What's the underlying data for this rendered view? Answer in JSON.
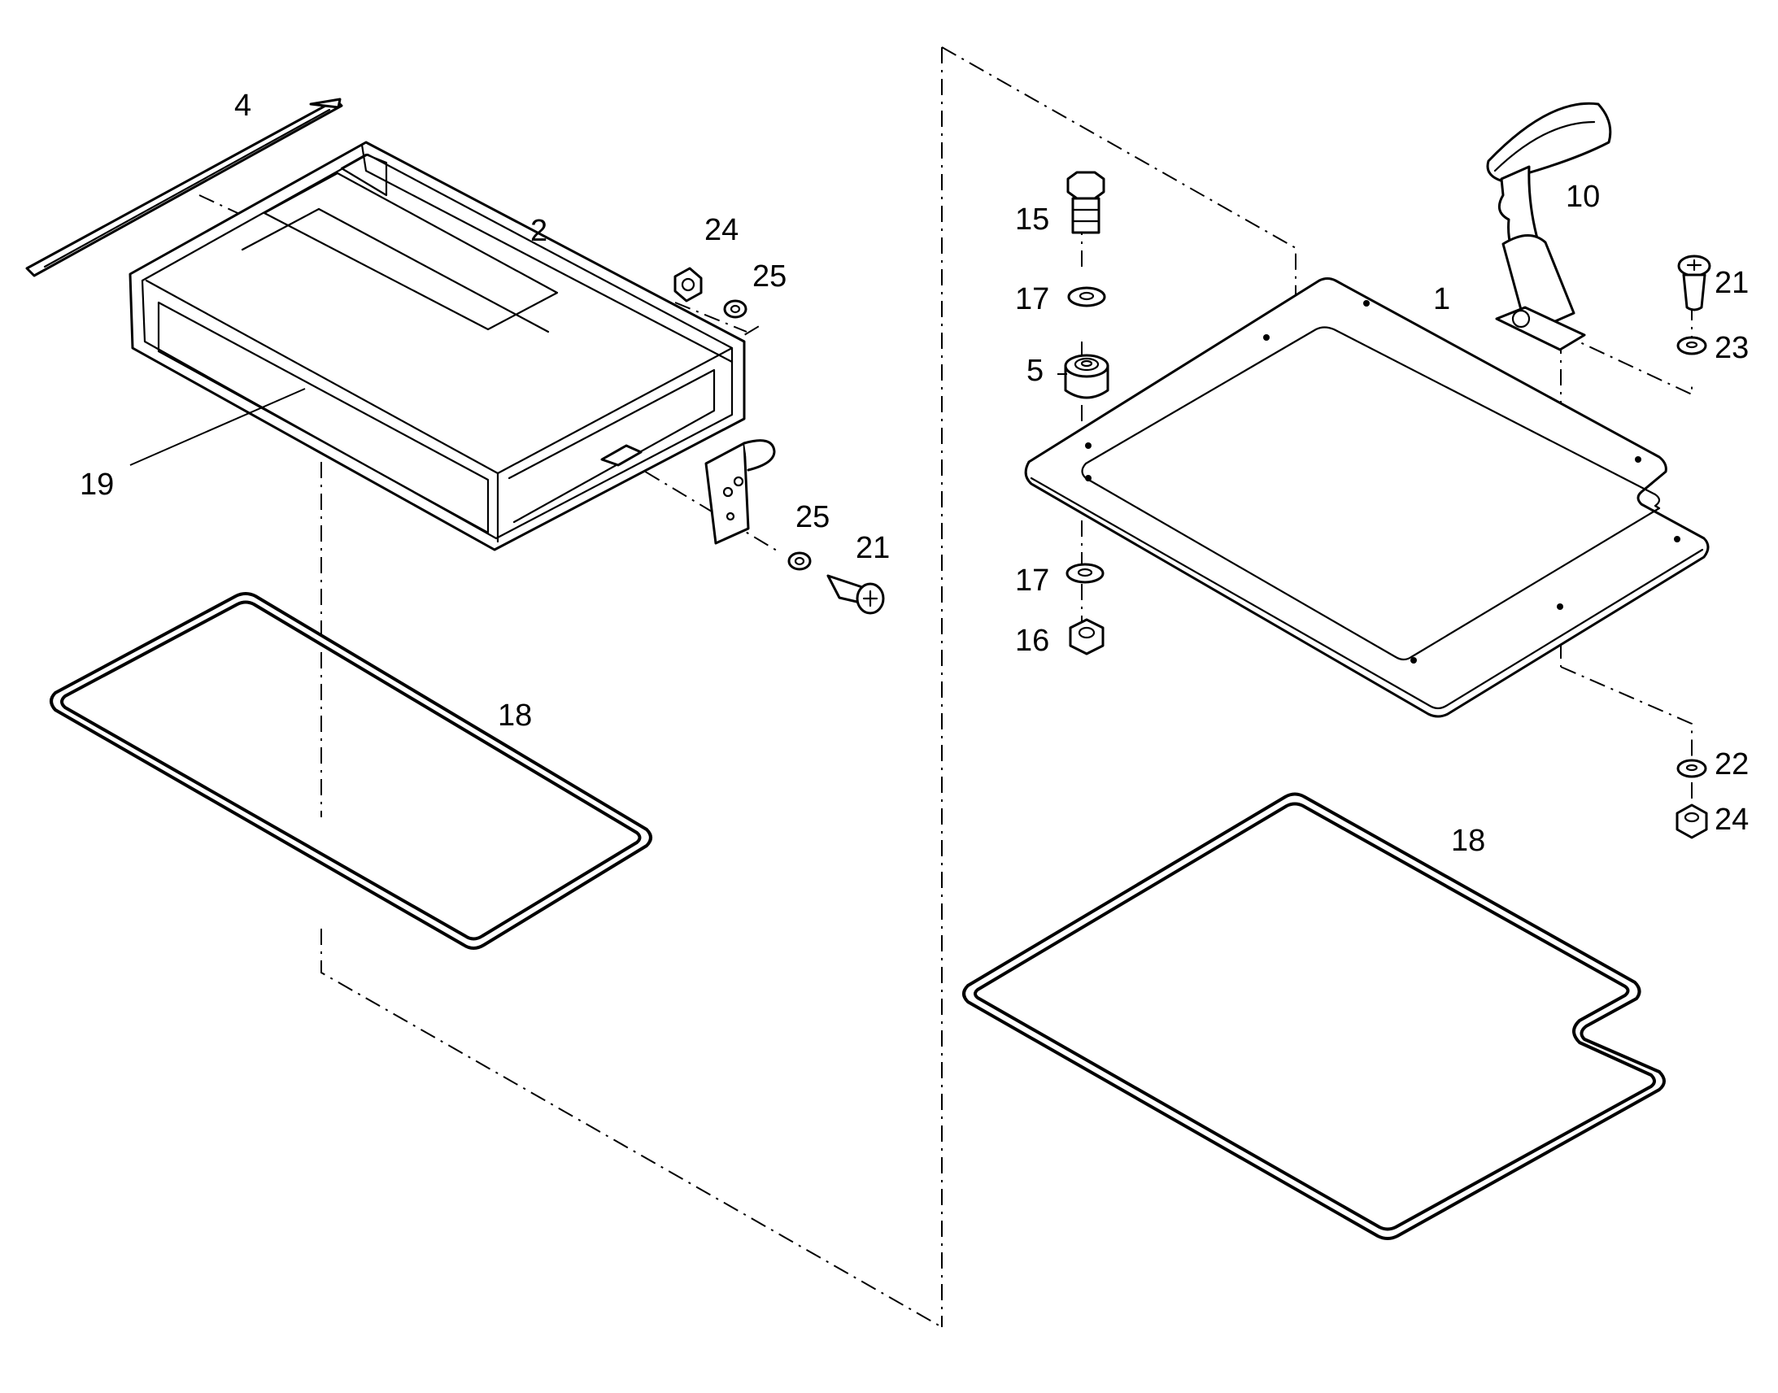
{
  "callouts": {
    "frame_strip": "4",
    "box_frame": "2",
    "box_nut": "24",
    "box_washer_upper": "25",
    "box_panel": "19",
    "box_washer_lower": "25",
    "box_screw": "21",
    "box_gasket": "18",
    "lid_bolt": "15",
    "lid_washer_upper": "17",
    "lid_bushing": "5",
    "lid_washer_lower": "17",
    "lid_nut": "16",
    "lid_plate": "1",
    "lid_handle": "10",
    "lid_screw": "21",
    "lid_washer_right": "23",
    "lid_washer_bottom": "22",
    "lid_nut_bottom": "24",
    "lid_gasket": "18"
  }
}
